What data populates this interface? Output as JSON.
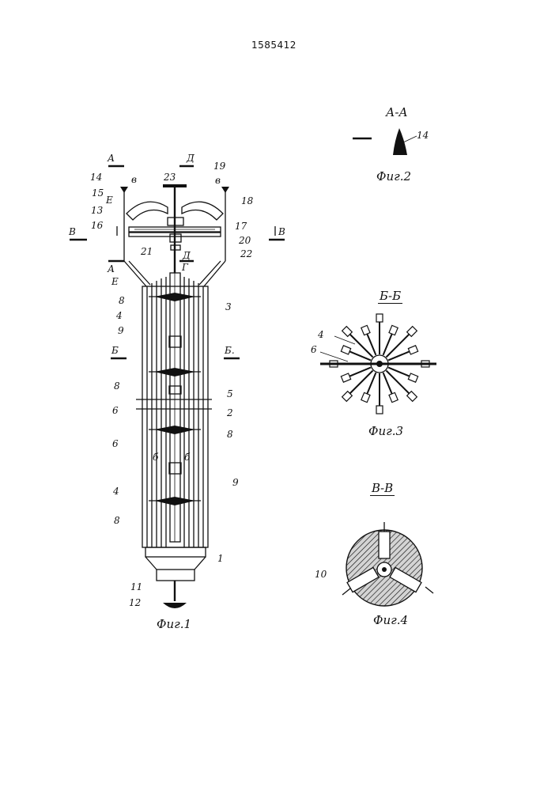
{
  "document": {
    "patent_number": "1585412"
  },
  "figures": {
    "fig1": {
      "caption": "Фиг.1",
      "section_marks": {
        "A_top": "А",
        "A_bottom": "А",
        "D_top": "Д",
        "D_bottom": "Д",
        "G": "Г",
        "V_left": "В",
        "V_right": "В",
        "V_small_left": "в",
        "V_small_right": "в",
        "E_top": "Е",
        "E_bottom": "Е",
        "B_left": "Б",
        "B_right": "Б.",
        "inner_left": "б",
        "inner_right": "б"
      },
      "labels": {
        "l1": "1",
        "l2": "2",
        "l3": "3",
        "l4a": "4",
        "l4b": "4",
        "l5": "5",
        "l6a": "6",
        "l6b": "6",
        "l8a": "8",
        "l8b": "8",
        "l8c": "8",
        "l8d": "8",
        "l9a": "9",
        "l9b": "9",
        "l11": "11",
        "l12": "12",
        "l13": "13",
        "l14": "14",
        "l15": "15",
        "l16": "16",
        "l17": "17",
        "l18": "18",
        "l19": "19",
        "l20": "20",
        "l21": "21",
        "l22": "22",
        "l23": "23"
      }
    },
    "fig2": {
      "caption": "Фиг.2",
      "section_title": "А-А",
      "label": "14"
    },
    "fig3": {
      "caption": "Фиг.3",
      "section_title": "Б-Б",
      "label_4": "4",
      "label_6": "6"
    },
    "fig4": {
      "caption": "Фиг.4",
      "section_title": "В-В",
      "label_10": "10"
    }
  }
}
